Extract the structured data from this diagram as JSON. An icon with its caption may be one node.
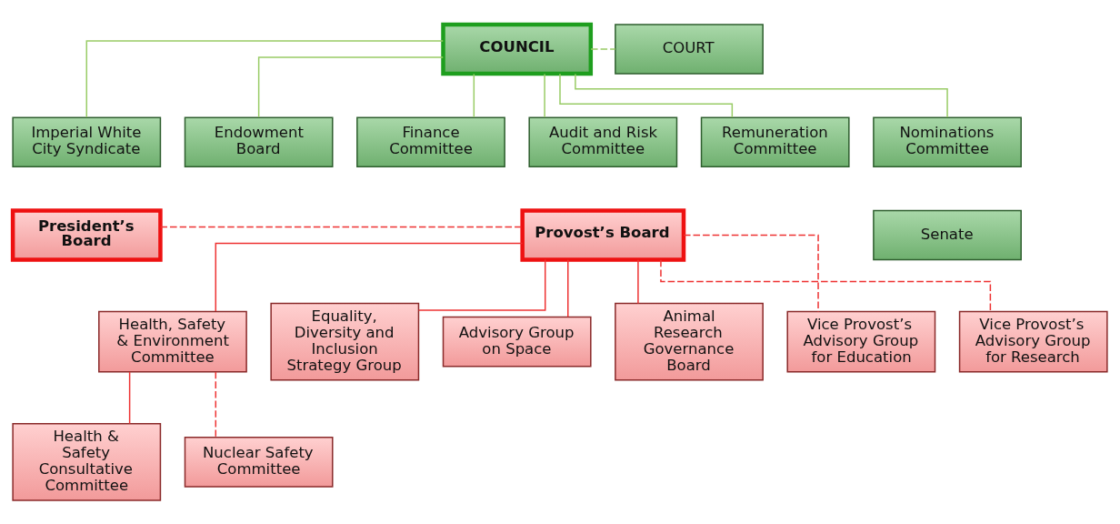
{
  "diagram": {
    "nodes": [
      {
        "text": [
          "COUNCIL"
        ]
      },
      {
        "text": [
          "COURT"
        ]
      },
      {
        "text": [
          "Imperial White City Syndicate"
        ]
      },
      {
        "text": [
          "Endowment Board"
        ]
      },
      {
        "text": [
          "Finance Committee"
        ]
      },
      {
        "text": [
          "Audit and Risk Committee"
        ]
      },
      {
        "text": [
          "Remuneration Committee"
        ]
      },
      {
        "text": [
          "Nominations Committee"
        ]
      },
      {
        "text": [
          "Senate"
        ]
      },
      {
        "text": [
          "President’s Board"
        ]
      },
      {
        "text": [
          "Provost’s Board"
        ]
      },
      {
        "text": [
          "Health, Safety & Environment Committee"
        ]
      },
      {
        "text": [
          "Equality, Diversity and Inclusion Strategy Group"
        ]
      },
      {
        "text": [
          "Advisory Group on Space"
        ]
      },
      {
        "text": [
          "Animal Research Governance Board"
        ]
      },
      {
        "text": [
          "Vice Provost’s Advisory Group for Education"
        ]
      },
      {
        "text": [
          "Vice Provost’s Advisory Group for Research"
        ]
      },
      {
        "text": [
          "Health & Safety Consultative Committee"
        ]
      },
      {
        "text": [
          "Nuclear Safety Committee"
        ]
      }
    ],
    "edges": [
      {
        "from": 0,
        "to": 1,
        "arrow": "none",
        "style": "dashed",
        "color": "#99cc66"
      },
      {
        "from": 0,
        "to": 2,
        "arrow": "none",
        "color": "#99cc66"
      },
      {
        "from": 0,
        "to": 3,
        "arrow": "none",
        "color": "#99cc66"
      },
      {
        "from": 0,
        "to": 4,
        "arrow": "none",
        "color": "#99cc66"
      },
      {
        "from": 0,
        "to": 5,
        "arrow": "none",
        "color": "#99cc66"
      },
      {
        "from": 0,
        "to": 6,
        "arrow": "none",
        "color": "#99cc66"
      },
      {
        "from": 0,
        "to": 7,
        "arrow": "none",
        "color": "#99cc66"
      },
      {
        "from": 9,
        "to": 10,
        "arrow": "none",
        "style": "dashed"
      },
      {
        "from": 10,
        "to": 11,
        "arrow": "none"
      },
      {
        "from": 10,
        "to": 12,
        "arrow": "none"
      },
      {
        "from": 10,
        "to": 13,
        "arrow": "none"
      },
      {
        "from": 10,
        "to": 14,
        "arrow": "none"
      },
      {
        "from": 10,
        "to": 15,
        "arrow": "none",
        "style": "dashed"
      },
      {
        "from": 10,
        "to": 16,
        "arrow": "none",
        "style": "dashed"
      },
      {
        "from": 11,
        "to": 17,
        "arrow": "none"
      },
      {
        "from": 11,
        "to": 18,
        "arrow": "none",
        "style": "dashed"
      }
    ]
  }
}
